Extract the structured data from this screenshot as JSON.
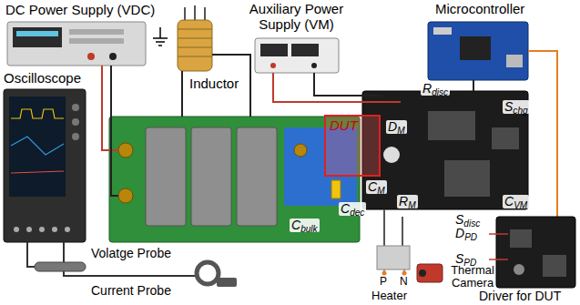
{
  "diagram": {
    "nodes": [
      {
        "text": [
          "DUT"
        ]
      }
    ],
    "labels": [
      "DC Power Supply (VDC)",
      "Auxiliary Power Supply (VM)",
      "Microcontroller",
      "Oscilloscope",
      "Inductor",
      "Rdisc",
      "DM",
      "Schg",
      "CM",
      "RM",
      "Sdisc",
      "CVM",
      "Cbulk",
      "Cdec",
      "Volatge Probe",
      "Current Probe",
      "P",
      "N",
      "Heater",
      "Thermal Camera",
      "DPD",
      "SPD",
      "Driver for DUT"
    ]
  }
}
